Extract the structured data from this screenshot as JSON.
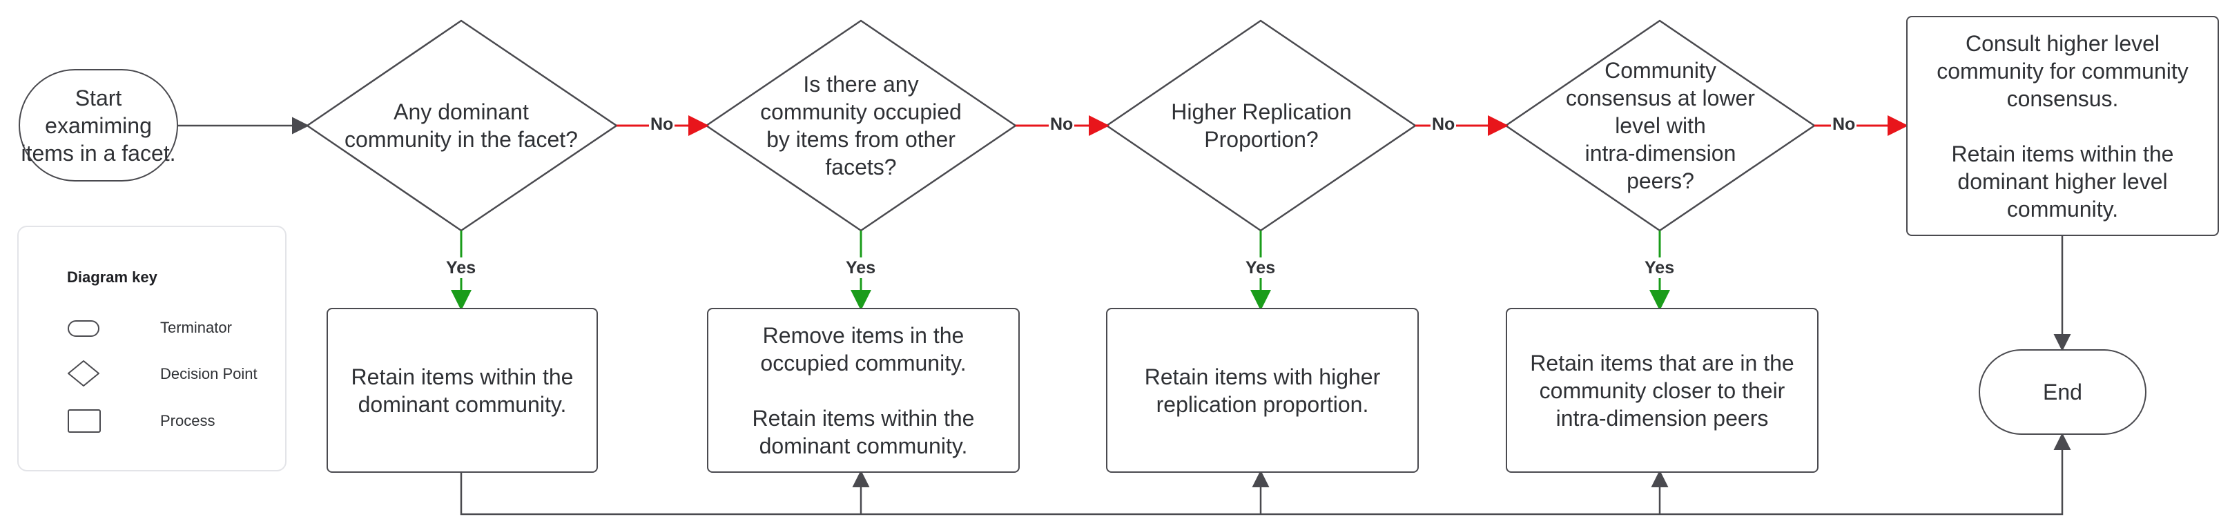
{
  "nodes": {
    "start": "Start examiming\nitems in a facet.",
    "d1": "Any dominant\ncommunity in the facet?",
    "d2": "Is there any\ncommunity occupied\nby items from other\nfacets?",
    "d3": "Higher Replication\nProportion?",
    "d4": "Community\nconsensus at lower\nlevel with\nintra-dimension\npeers?",
    "p1": "Retain items within the\ndominant community.",
    "p2": "Remove items in the\noccupied community.\n\nRetain items within the\ndominant community.",
    "p3": "Retain items with higher\nreplication proportion.",
    "p4": "Retain items that are in the\ncommunity closer to their\nintra-dimension peers",
    "p5": "Consult higher level\ncommunity for community\nconsensus.\n\nRetain items within the\ndominant higher level\ncommunity.",
    "end": "End"
  },
  "edge_labels": {
    "yes": "Yes",
    "no": "No"
  },
  "key": {
    "title": "Diagram key",
    "terminator": "Terminator",
    "decision": "Decision Point",
    "process": "Process"
  },
  "colors": {
    "yes": "#1a9c1a",
    "no": "#e8151b",
    "line": "#4a4a4f"
  }
}
